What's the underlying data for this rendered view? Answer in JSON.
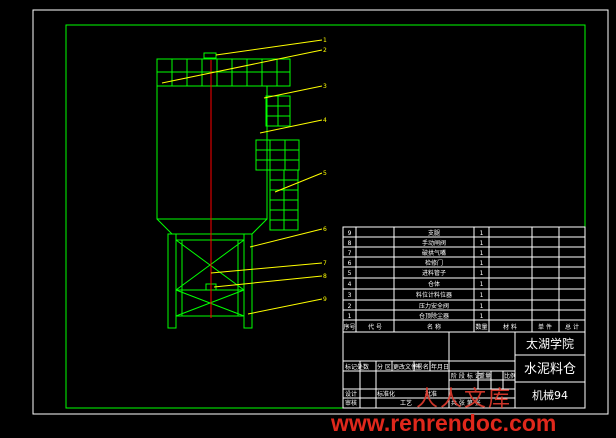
{
  "colors": {
    "background": "#000000",
    "frame": "#00ff00",
    "structure": "#00ff00",
    "leader": "#ffff00",
    "centerline": "#ff0000",
    "table_lines": "#ffffff",
    "text": "#ffffff",
    "watermark": "#e0281c"
  },
  "balloons": [
    "1",
    "2",
    "3",
    "4",
    "5",
    "6",
    "7",
    "8",
    "9"
  ],
  "parts_table": {
    "rows": [
      {
        "no": "9",
        "name": "支腿",
        "qty": "1"
      },
      {
        "no": "8",
        "name": "手动闸阀",
        "qty": "1"
      },
      {
        "no": "7",
        "name": "破拱气嘴",
        "qty": "1"
      },
      {
        "no": "6",
        "name": "检修门",
        "qty": "1"
      },
      {
        "no": "5",
        "name": "进料管子",
        "qty": "1"
      },
      {
        "no": "4",
        "name": "仓体",
        "qty": "1"
      },
      {
        "no": "3",
        "name": "料位计料位器",
        "qty": "1"
      },
      {
        "no": "2",
        "name": "压力安全阀",
        "qty": "1"
      },
      {
        "no": "1",
        "name": "仓顶除尘器",
        "qty": "1"
      }
    ],
    "header": [
      "序号",
      "代 号",
      "名 称",
      "数量",
      "材 料",
      "单 件",
      "总 计"
    ]
  },
  "title_block": {
    "school": "太湖学院",
    "drawing_title": "水泥料仓",
    "drawing_no": "机械94",
    "sign_labels": [
      "标记处数",
      "分 区",
      "更改文件号",
      "签 名",
      "年月日"
    ],
    "role_labels": [
      "设计",
      "审核",
      "工艺",
      "标准化",
      "批准"
    ],
    "stage_labels": [
      "阶 段 标 记",
      "重量",
      "比例"
    ],
    "sheet_label": "共 张   第 张"
  },
  "watermark": {
    "site_name": "人人文库",
    "url": "www.renrendoc.com"
  }
}
